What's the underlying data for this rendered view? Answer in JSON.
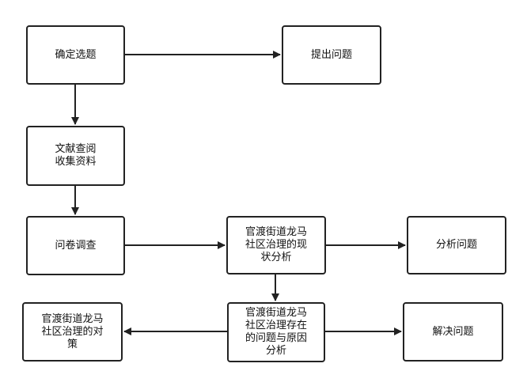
{
  "nodes": {
    "select_topic": "确定选题",
    "raise_question": "提出问题",
    "literature_review": "文献查阅\n收集资料",
    "survey": "问卷调查",
    "current_status": "官渡街道龙马\n社区治理的现\n状分析",
    "analyze_problem": "分析问题",
    "countermeasures": "官渡街道龙马\n社区治理的对\n策",
    "problems_causes": "官渡街道龙马\n社区治理存在\n的问题与原因\n分析",
    "solve_problem": "解决问题"
  },
  "colors": {
    "line": "#222222",
    "box_border": "#222222",
    "text": "#111111",
    "background": "#ffffff"
  }
}
